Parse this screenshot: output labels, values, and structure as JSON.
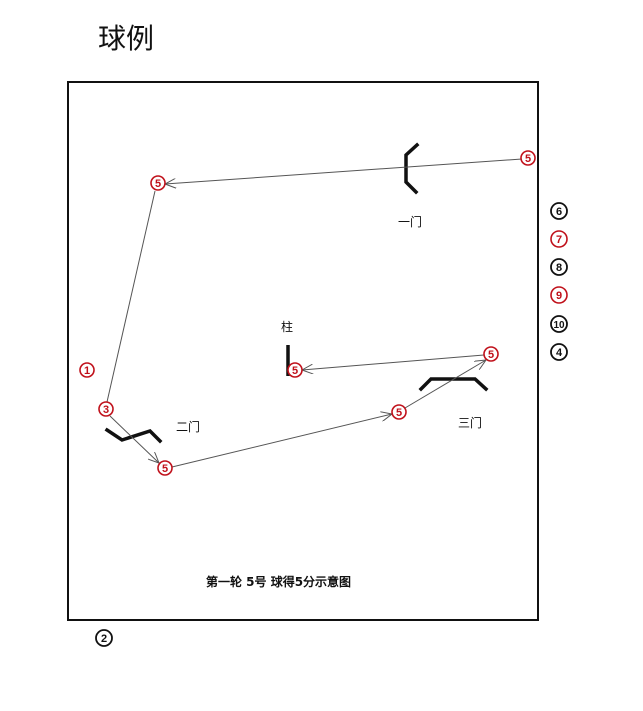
{
  "title": "球例",
  "caption": "第一轮 5号 球得5分示意图",
  "labels": {
    "gate1": "一门",
    "gate2": "二门",
    "gate3": "三门",
    "post": "柱"
  },
  "path_balls": [
    "5",
    "5",
    "3",
    "5",
    "5",
    "5",
    "5"
  ],
  "side_balls": [
    {
      "text": "6",
      "color": "black"
    },
    {
      "text": "7",
      "color": "red"
    },
    {
      "text": "8",
      "color": "black"
    },
    {
      "text": "9",
      "color": "red"
    },
    {
      "text": "10",
      "color": "black"
    },
    {
      "text": "4",
      "color": "black"
    }
  ],
  "other_balls": [
    {
      "text": "1",
      "color": "red"
    },
    {
      "text": "2",
      "color": "black"
    }
  ],
  "colors": {
    "red_ball": "#c0101a",
    "black_ball": "#111111",
    "path": "#555555"
  }
}
